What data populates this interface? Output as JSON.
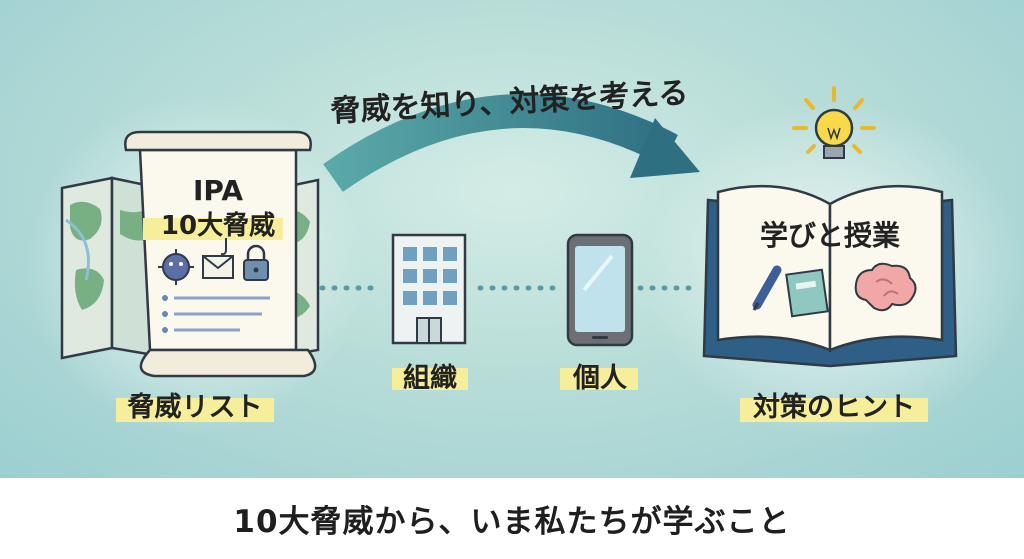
{
  "arrow_label": "脅威を知り、対策を考える",
  "left": {
    "doc_title_1": "IPA",
    "doc_title_2": "10大脅威",
    "label": "脅威リスト",
    "icons": [
      "virus-icon",
      "phishing-mail-icon",
      "padlock-icon"
    ]
  },
  "middle": {
    "organization_label": "組織",
    "individual_label": "個人"
  },
  "right": {
    "book_title": "学びと授業",
    "label": "対策のヒント",
    "icons": [
      "lightbulb-icon",
      "pen-icon",
      "notebook-icon",
      "brain-icon"
    ]
  },
  "caption": "10大脅威から、いま私たちが学ぶこと",
  "colors": {
    "background": "#b8ddd8",
    "arrow": "#3f8f95",
    "highlight": "#f6ee9a",
    "outline": "#2f3a44"
  }
}
